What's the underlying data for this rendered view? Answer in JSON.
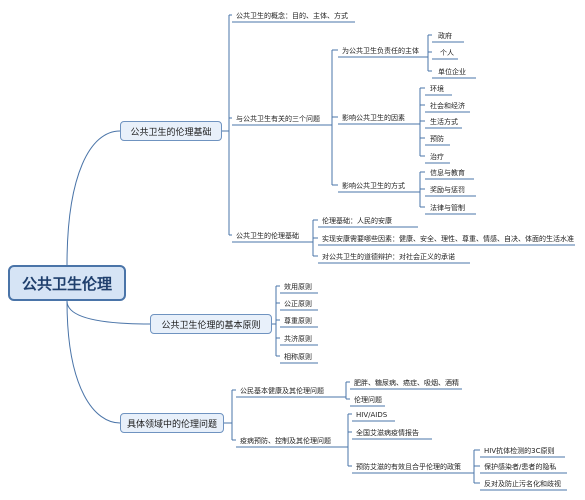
{
  "root": "公共卫生伦理",
  "branches": [
    {
      "label": "公共卫生的伦理基础",
      "children": [
        {
          "label": "公共卫生的概念：目的、主体、方式"
        },
        {
          "label": "与公共卫生有关的三个问题",
          "children": [
            {
              "label": "为公共卫生负责任的主体",
              "children": [
                "政府",
                "个人",
                "单位企业"
              ]
            },
            {
              "label": "影响公共卫生的因素",
              "children": [
                "环境",
                "社会和经济",
                "生活方式",
                "预防",
                "治疗"
              ]
            },
            {
              "label": "影响公共卫生的方式",
              "children": [
                "信息与教育",
                "奖励与惩罚",
                "法律与管制"
              ]
            }
          ]
        },
        {
          "label": "公共卫生的伦理基础",
          "children": [
            "伦理基础：人民的安康",
            "实现安康需要哪些因素：健康、安全、理性、尊重、情感、自决、体面的生活水准",
            "对公共卫生的道德辩护：对社会正义的承诺"
          ]
        }
      ]
    },
    {
      "label": "公共卫生伦理的基本原则",
      "children": [
        "效用原则",
        "公正原则",
        "尊重原则",
        "共济原则",
        "相称原则"
      ]
    },
    {
      "label": "具体领域中的伦理问题",
      "children": [
        {
          "label": "公民基本健康及其伦理问题",
          "children": [
            "肥胖、糖尿病、癌症、吸烟、酒精",
            "伦理问题"
          ]
        },
        {
          "label": "疫病预防、控制及其伦理问题",
          "children": [
            {
              "label": "HIV/AIDS"
            },
            {
              "label": "全国艾滋病疫情报告"
            },
            {
              "label": "预防艾滋的有效且合乎伦理的政策",
              "children": [
                "HIV抗体检测的3C原则",
                "保护感染者/患者的隐私",
                "反对及防止污名化和歧视"
              ]
            }
          ]
        }
      ]
    }
  ],
  "colors": {
    "line": "#4a74a8",
    "root_fill": "#d6e4f5",
    "main_fill": "#e8f0fa"
  }
}
